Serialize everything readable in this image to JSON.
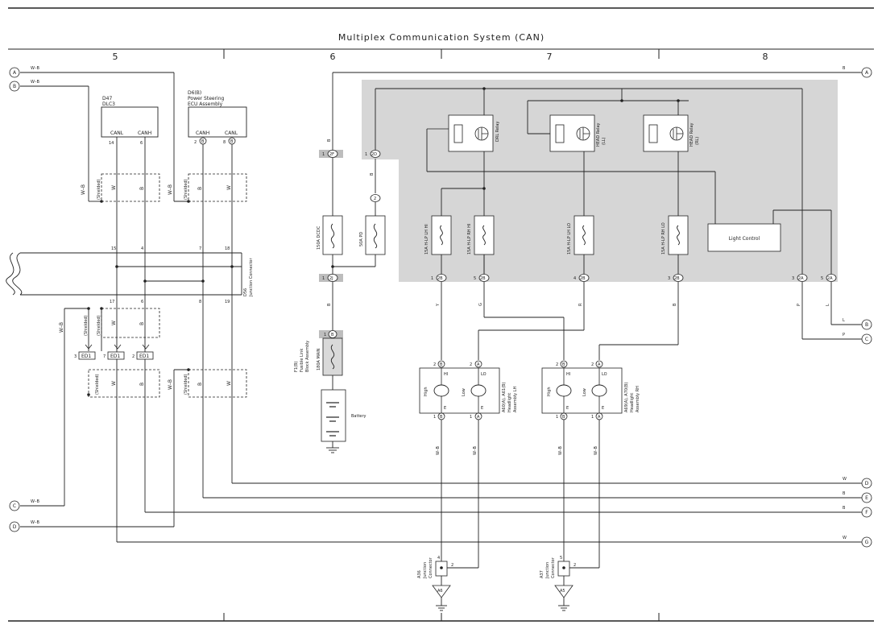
{
  "title": "Multiplex Communication System (CAN)",
  "columns": [
    "5",
    "6",
    "7",
    "8"
  ],
  "connectors_left": [
    {
      "letter": "A",
      "wire": "W–B"
    },
    {
      "letter": "B",
      "wire": "W–B"
    },
    {
      "letter": "C",
      "wire": "W–B"
    },
    {
      "letter": "D",
      "wire": "W–B"
    }
  ],
  "connectors_right": [
    {
      "letter": "A",
      "wire": "B"
    },
    {
      "letter": "B",
      "wire": "L"
    },
    {
      "letter": "C",
      "wire": "P"
    },
    {
      "letter": "D",
      "wire": "W"
    },
    {
      "letter": "E",
      "wire": "B"
    },
    {
      "letter": "F",
      "wire": "B"
    },
    {
      "letter": "G",
      "wire": "W"
    }
  ],
  "components": {
    "d47": {
      "code": "D47",
      "name": "DLC3",
      "pin_a": "CANL",
      "pin_b": "CANH",
      "pin_a_num": "14",
      "pin_b_num": "6"
    },
    "d6": {
      "code": "D6(B)",
      "name1": "Power Steering",
      "name2": "ECU Assembly",
      "pin_a": "CANH",
      "pin_b": "CANL",
      "pin_a_num": "2",
      "pin_b_num": "8",
      "conn": "B"
    },
    "d56": {
      "code": "D56",
      "name": "Junction Connector",
      "top_pins": [
        "15",
        "4",
        "7",
        "18"
      ],
      "bottom_pins": [
        "17",
        "6",
        "8",
        "19"
      ]
    },
    "ed1": {
      "label": "ED1",
      "pins": [
        "3",
        "7",
        "2"
      ]
    },
    "fuses": {
      "dcdc": "150A DCDC",
      "pd": "50A PD",
      "main": "180A MAIN",
      "lh_hi": "15A H-LP LH HI",
      "rh_hi": "15A H-LP RH HI",
      "lh_lo": "15A H-LP LH LO",
      "rh_lo": "15A H-LP RH LO"
    },
    "fusible": {
      "code": "F1(B)",
      "name1": "Fusible Link",
      "name2": "Block Assembly",
      "conn": "B",
      "pin": "1"
    },
    "battery": "Battery",
    "relays": {
      "drl": "DRL Relay",
      "head_ll": "HEAD Relay",
      "head_ll_sub": "(LL)",
      "head_rl": "HEAD Relay",
      "head_rl_sub": "(RL)"
    },
    "light_control": "Light Control",
    "jb_conn": {
      "c2f": "2F",
      "c2d": "2D",
      "c2_": "2",
      "c2j": "2J",
      "c2b": "2B",
      "c2a": "2A",
      "pin1": "1",
      "pin2": "2",
      "pin3": "3",
      "pin4": "4",
      "pin5": "5"
    },
    "headlight_lh": {
      "code": "A60(A), A61(B)",
      "name1": "Headlight",
      "name2": "Assembly LH"
    },
    "headlight_rh": {
      "code": "A69(A), A70(B)",
      "name1": "Headlight",
      "name2": "Assembly RH"
    },
    "headlight_labels": {
      "hi": "HI",
      "lo": "LO",
      "high": "High",
      "low": "Low",
      "e": "E",
      "pin_a": "A",
      "pin_b": "B",
      "p1": "1",
      "p2": "2"
    },
    "a36": {
      "code": "A36",
      "name1": "Junction",
      "name2": "Connector",
      "pin_l": "4",
      "pin_r": "2",
      "ground": "A6"
    },
    "a37": {
      "code": "A37",
      "name1": "Junction",
      "name2": "Connector",
      "pin_l": "5",
      "pin_r": "2",
      "ground": "A5"
    }
  },
  "wire_labels": {
    "shielded": "(Shielded)",
    "w": "W",
    "b": "B",
    "wb": "W–B",
    "y": "Y",
    "g": "G",
    "r": "R",
    "p": "P",
    "l": "L"
  },
  "colors": {
    "line": "#222222",
    "panel": "#d6d6d6",
    "fuse_fill": "#d9d9d9"
  }
}
